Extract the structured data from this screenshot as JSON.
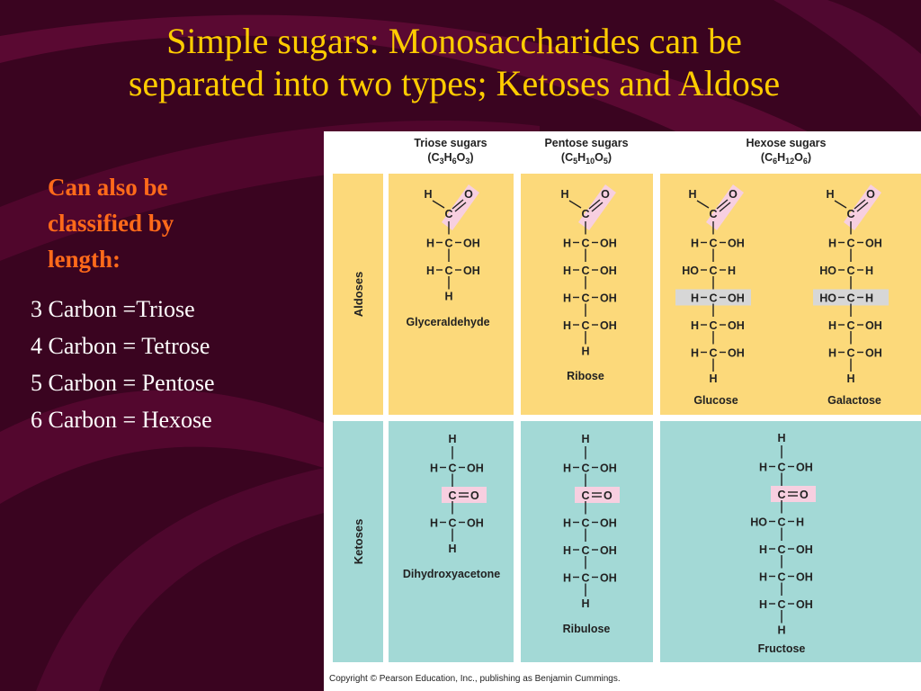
{
  "slide": {
    "title_line1": "Simple sugars: Monosaccharides can be",
    "title_line2": "separated into two types; Ketoses and Aldose",
    "subhead_lines": [
      "Can also be",
      "classified by",
      "length:"
    ],
    "list": [
      "3 Carbon =Triose",
      "4 Carbon = Tetrose",
      "5 Carbon = Pentose",
      "6 Carbon = Hexose"
    ]
  },
  "figure": {
    "headers": [
      {
        "name": "Triose sugars",
        "formula": [
          "C",
          "3",
          "H",
          "6",
          "O",
          "3"
        ]
      },
      {
        "name": "Pentose sugars",
        "formula": [
          "C",
          "5",
          "H",
          "10",
          "O",
          "5"
        ]
      },
      {
        "name": "Hexose sugars",
        "formula": [
          "C",
          "6",
          "H",
          "12",
          "O",
          "6"
        ]
      }
    ],
    "row_labels": {
      "aldoses": "Aldoses",
      "ketoses": "Ketoses"
    },
    "names": {
      "glyceraldehyde": "Glyceraldehyde",
      "ribose": "Ribose",
      "glucose": "Glucose",
      "galactose": "Galactose",
      "dihydroxyacetone": "Dihydroxyacetone",
      "ribulose": "Ribulose",
      "fructose": "Fructose"
    },
    "molecules": {
      "glyceraldehyde": {
        "type": "aldose",
        "rows": [
          [
            "H",
            "OH"
          ],
          [
            "H",
            "OH"
          ]
        ]
      },
      "ribose": {
        "type": "aldose",
        "rows": [
          [
            "H",
            "OH"
          ],
          [
            "H",
            "OH"
          ],
          [
            "H",
            "OH"
          ],
          [
            "H",
            "OH"
          ]
        ]
      },
      "glucose": {
        "type": "aldose",
        "rows": [
          [
            "H",
            "OH"
          ],
          [
            "HO",
            "H"
          ],
          [
            "H",
            "OH"
          ],
          [
            "H",
            "OH"
          ],
          [
            "H",
            "OH"
          ]
        ],
        "highlight": 2
      },
      "galactose": {
        "type": "aldose",
        "rows": [
          [
            "H",
            "OH"
          ],
          [
            "HO",
            "H"
          ],
          [
            "HO",
            "H"
          ],
          [
            "H",
            "OH"
          ],
          [
            "H",
            "OH"
          ]
        ],
        "highlight": 2
      },
      "dihydroxyacetone": {
        "type": "ketose",
        "above": [
          [
            "H",
            "OH"
          ]
        ],
        "below": [
          [
            "H",
            "OH"
          ]
        ]
      },
      "ribulose": {
        "type": "ketose",
        "above": [
          [
            "H",
            "OH"
          ]
        ],
        "below": [
          [
            "H",
            "OH"
          ],
          [
            "H",
            "OH"
          ],
          [
            "H",
            "OH"
          ]
        ]
      },
      "fructose": {
        "type": "ketose",
        "above": [
          [
            "H",
            "OH"
          ]
        ],
        "below": [
          [
            "HO",
            "H"
          ],
          [
            "H",
            "OH"
          ],
          [
            "H",
            "OH"
          ],
          [
            "H",
            "OH"
          ]
        ]
      }
    },
    "copyright": "Copyright © Pearson Education, Inc., publishing as Benjamin Cummings.",
    "colors": {
      "aldose_band": "#fcd97a",
      "ketose_band": "#a3d9d6",
      "highlight_pink": "#f7cfe0",
      "highlight_gray": "#d7d7d7"
    }
  }
}
